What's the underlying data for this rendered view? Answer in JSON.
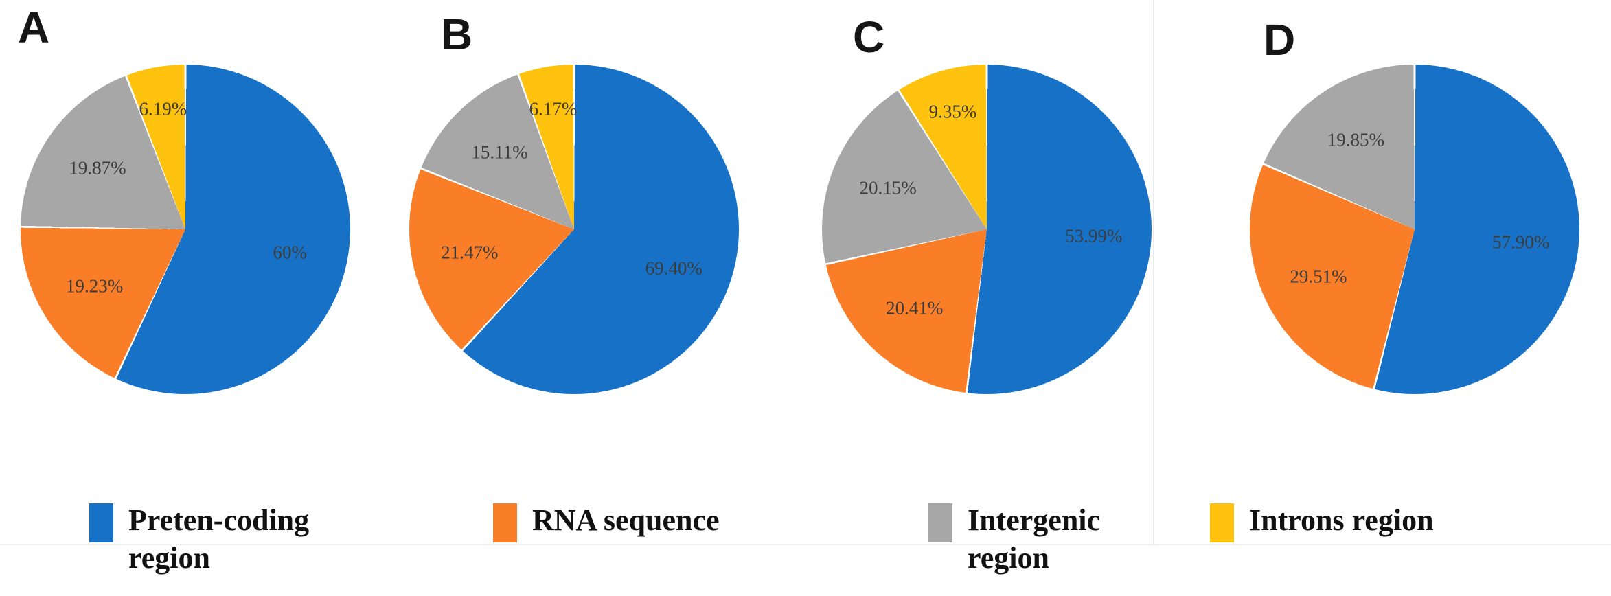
{
  "figure_type": "four-panel pie chart figure",
  "chart_data": [
    {
      "type": "pie",
      "panel": "A",
      "categories": [
        "Preten-coding region",
        "RNA sequence",
        "Intergenic region",
        "Introns region"
      ],
      "values": [
        60,
        19.23,
        19.87,
        6.19
      ],
      "labels": [
        "60%",
        "19.23%",
        "19.87%",
        "6.19%"
      ],
      "colors": [
        "#1772C7",
        "#F97E27",
        "#A7A7A7",
        "#FFC20E"
      ],
      "legend_position": "bottom",
      "start_angle_deg": 0,
      "direction": "clockwise"
    },
    {
      "type": "pie",
      "panel": "B",
      "categories": [
        "Preten-coding region",
        "RNA sequence",
        "Intergenic region",
        "Introns region"
      ],
      "values": [
        69.4,
        21.47,
        15.11,
        6.17
      ],
      "labels": [
        "69.40%",
        "21.47%",
        "15.11%",
        "6.17%"
      ],
      "colors": [
        "#1772C7",
        "#F97E27",
        "#A7A7A7",
        "#FFC20E"
      ],
      "legend_position": "bottom",
      "start_angle_deg": 0,
      "direction": "clockwise"
    },
    {
      "type": "pie",
      "panel": "C",
      "categories": [
        "Preten-coding region",
        "RNA sequence",
        "Intergenic region",
        "Introns region"
      ],
      "values": [
        53.99,
        20.41,
        20.15,
        9.35
      ],
      "labels": [
        "53.99%",
        "20.41%",
        "20.15%",
        "9.35%"
      ],
      "colors": [
        "#1772C7",
        "#F97E27",
        "#A7A7A7",
        "#FFC20E"
      ],
      "legend_position": "bottom",
      "start_angle_deg": 0,
      "direction": "clockwise"
    },
    {
      "type": "pie",
      "panel": "D",
      "categories": [
        "Preten-coding region",
        "RNA sequence",
        "Intergenic region"
      ],
      "values": [
        57.9,
        29.51,
        19.85
      ],
      "labels": [
        "57.90%",
        "29.51%",
        "19.85%"
      ],
      "colors": [
        "#1772C7",
        "#F97E27",
        "#A7A7A7"
      ],
      "legend_position": "bottom",
      "start_angle_deg": 0,
      "direction": "clockwise"
    }
  ],
  "legend": {
    "items": [
      {
        "text": "Preten-coding region",
        "lines": [
          "Preten-coding",
          "region"
        ],
        "color": "#1772C7"
      },
      {
        "text": "RNA sequence",
        "lines": [
          "RNA sequence"
        ],
        "color": "#F97E27"
      },
      {
        "text": "Intergenic region",
        "lines": [
          "Intergenic",
          "region"
        ],
        "color": "#A7A7A7"
      },
      {
        "text": "Introns region",
        "lines": [
          "Introns region"
        ],
        "color": "#FFC20E"
      }
    ]
  }
}
